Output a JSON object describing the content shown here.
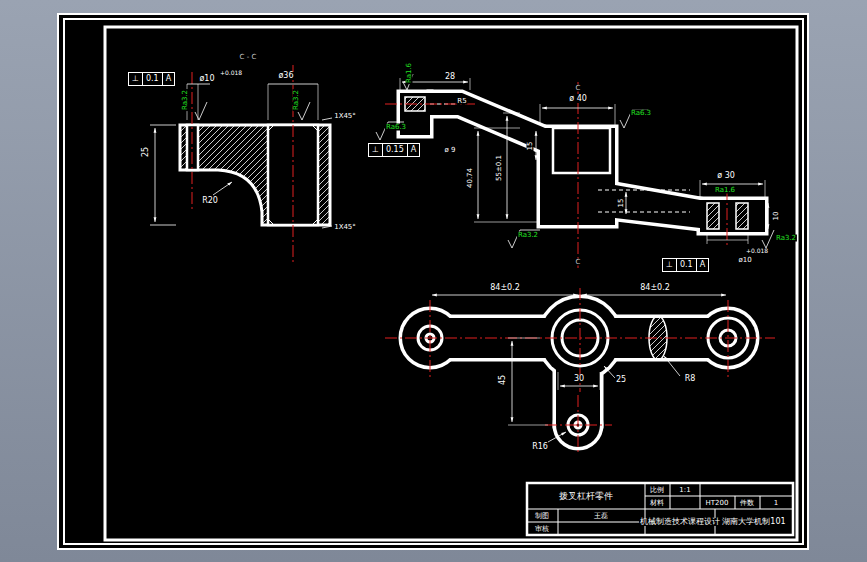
{
  "diagram": {
    "nodes": [
      {
        "text": [
          "⊥",
          "0.1",
          "A"
        ]
      },
      {
        "text": [
          "⊥",
          "0.15",
          "A"
        ]
      },
      {
        "text": [
          "⊥",
          "0.1",
          "A"
        ]
      }
    ],
    "labels": [
      "C - C",
      "+0.018",
      "ø10",
      "ø36",
      "Ra3.2",
      "Ra3.2",
      "1X45°",
      "25",
      "R20",
      "1X45°",
      "Ra1.6",
      "28",
      "R5",
      "ø 40",
      "C",
      "Ra6.3",
      "Ra6.3",
      "ø 9",
      "40.74",
      "55±0.1",
      "15",
      "ø 30",
      "Ra1.6",
      "15",
      "10",
      "Ra3.2",
      "Ra3.2",
      "+0.018",
      "ø10",
      "C",
      "84±0.2",
      "84±0.2",
      "45",
      "30",
      "25",
      "R8",
      "R16",
      "拨叉杠杆零件",
      "比例",
      "1:1",
      "材料",
      "HT200",
      "件数",
      "1",
      "制图",
      "王磊",
      "审核",
      "机械制造技术课程设计",
      "湖南大学机制101"
    ]
  }
}
